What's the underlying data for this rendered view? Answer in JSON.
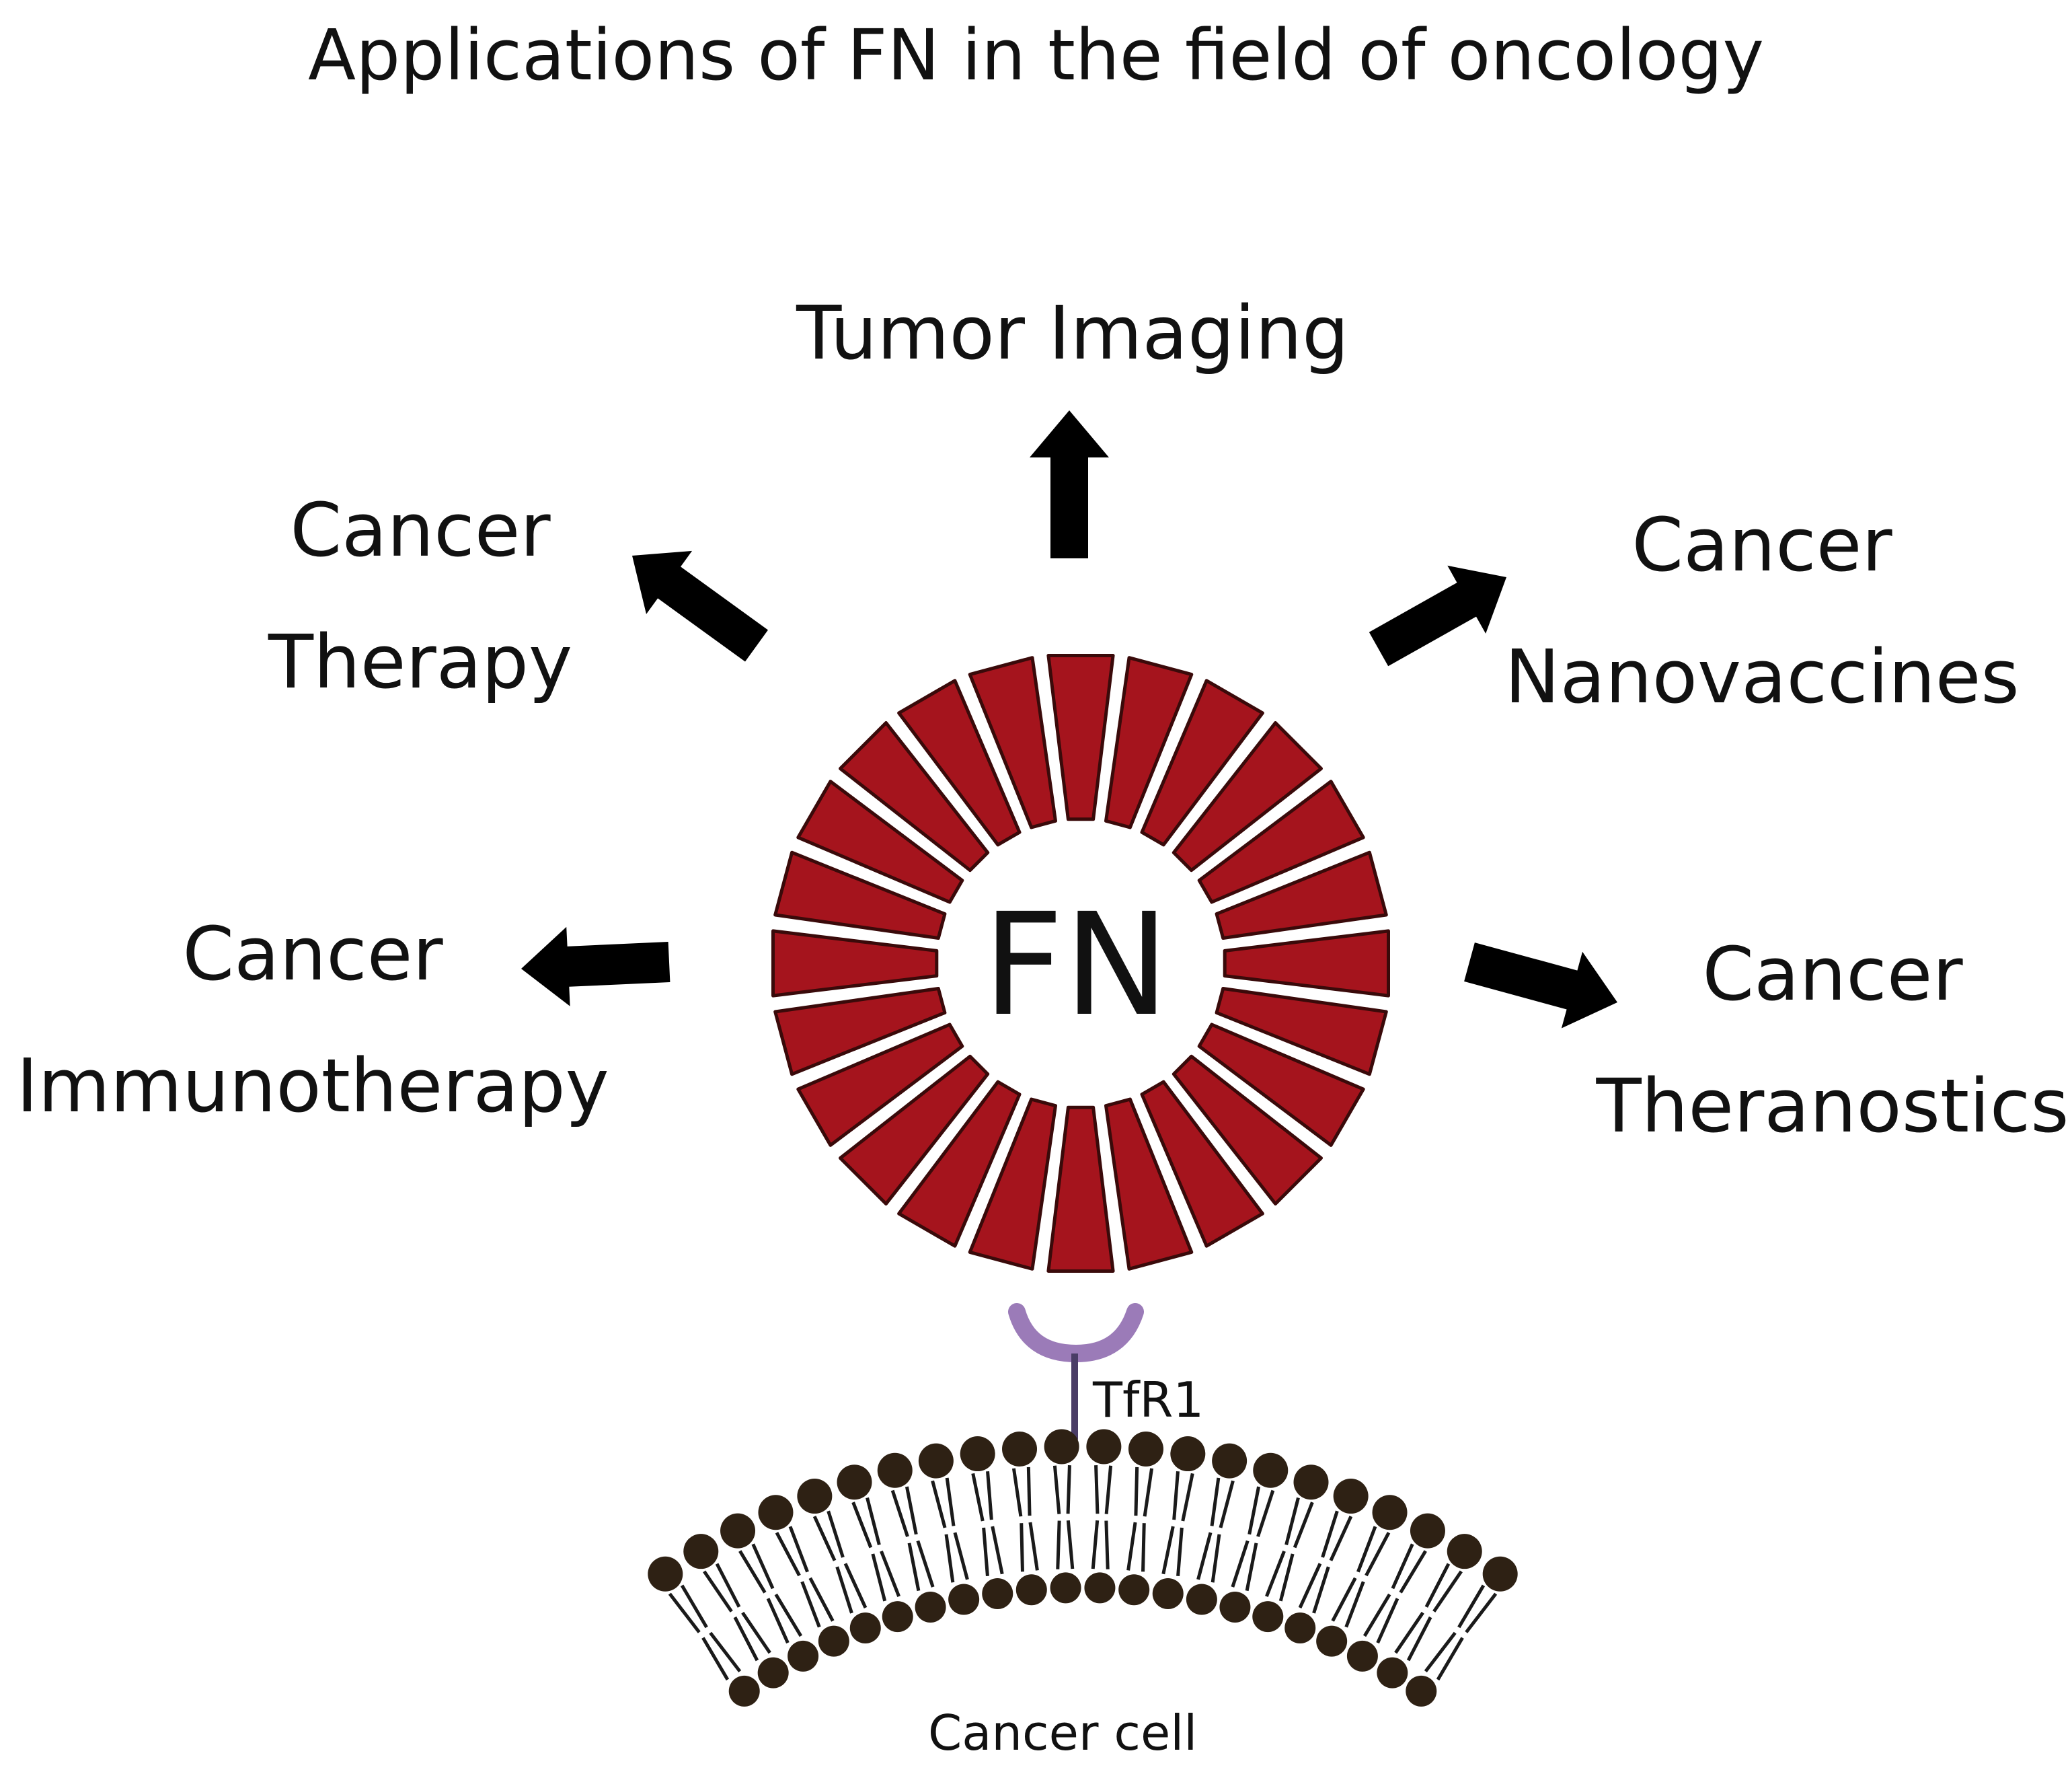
{
  "title": "Applications of FN in the field of oncology",
  "center_label": "FN",
  "receptor_label": "TfR1",
  "cell_label": "Cancer cell",
  "applications": {
    "top": "Tumor Imaging",
    "upper_left": [
      "Cancer",
      "Therapy"
    ],
    "upper_right": [
      "Cancer",
      "Nanovaccines"
    ],
    "left": [
      "Cancer",
      "Immunotherapy"
    ],
    "right": [
      "Cancer",
      "Theranostics"
    ]
  },
  "colors": {
    "subunit_fill": "#a5141d",
    "subunit_stroke": "#3a0a0a",
    "arrow": "#000000",
    "receptor": "#9b7bb8",
    "receptor_stem": "#4a3d66",
    "lipid_head": "#2e2114",
    "lipid_tail": "#1a1a1a",
    "text": "#111111"
  }
}
